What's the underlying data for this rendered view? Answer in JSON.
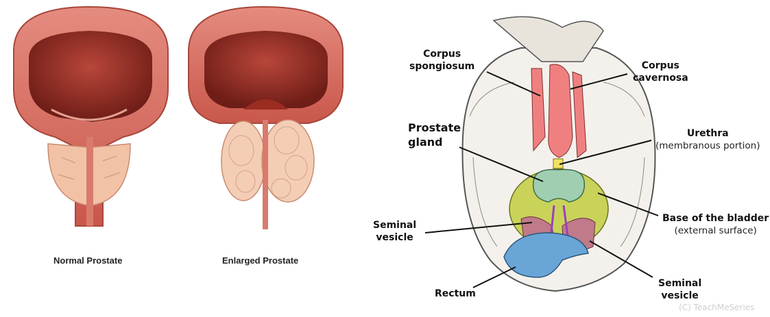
{
  "left_panel": {
    "normal_caption": "Normal Prostate",
    "enlarged_caption": "Enlarged Prostate"
  },
  "right_panel": {
    "labels": {
      "corpus_spongiosum": [
        "Corpus",
        "spongiosum"
      ],
      "corpus_cavernosa": [
        "Corpus",
        "cavernosa"
      ],
      "prostate_gland": [
        "Prostate",
        "gland"
      ],
      "urethra": "Urethra",
      "urethra_sub": "(membranous portion)",
      "seminal_vesicle_left": [
        "Seminal",
        "vesicle"
      ],
      "base_of_bladder": "Base of the bladder",
      "base_of_bladder_sub": "(external surface)",
      "rectum": "Rectum",
      "seminal_vesicle_right": [
        "Seminal",
        "vesicle"
      ]
    },
    "watermark": "(C) TeachMeSeries"
  },
  "colors": {
    "bladder_wall": "#d96a5e",
    "bladder_inner": "#8b2a22",
    "prostate_tissue": "#f2c2a6",
    "corpus": "#f08080",
    "prostate_gland": "#9fcfb0",
    "urethra": "#f2e060",
    "bladder_base": "#c9d35a",
    "seminal_vesicle": "#c07a8a",
    "rectum": "#6aa5d8"
  }
}
